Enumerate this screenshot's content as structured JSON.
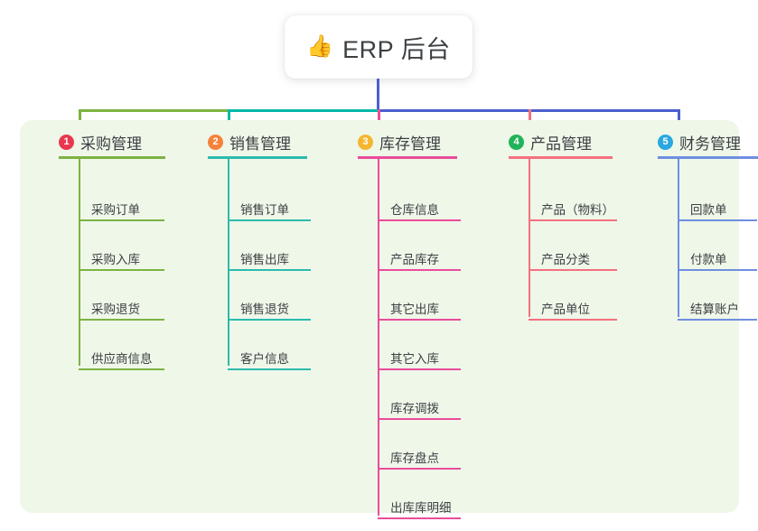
{
  "root": {
    "icon": "thumbs-up-icon",
    "emoji": "👍",
    "title": "ERP 后台"
  },
  "colors": {
    "panel_bg": "#eff7e9",
    "root_line": "#4b5fd0",
    "segment_left": "#7cb342",
    "segment_mid": "#00b8a9",
    "segment_right": "#4b5fd0"
  },
  "columns": [
    {
      "index": "1",
      "title": "采购管理",
      "badge_color": "#e8384f",
      "line_color": "#7cb342",
      "drop_color": "#7cb342",
      "items": [
        "采购订单",
        "采购入库",
        "采购退货",
        "供应商信息"
      ]
    },
    {
      "index": "2",
      "title": "销售管理",
      "badge_color": "#f5823b",
      "line_color": "#2bbbad",
      "drop_color": "#00b8a9",
      "items": [
        "销售订单",
        "销售出库",
        "销售退货",
        "客户信息"
      ]
    },
    {
      "index": "3",
      "title": "库存管理",
      "badge_color": "#f5b731",
      "line_color": "#ea4c9a",
      "drop_color": "#ea4c9a",
      "items": [
        "仓库信息",
        "产品库存",
        "其它出库",
        "其它入库",
        "库存调拨",
        "库存盘点",
        "出库库明细"
      ]
    },
    {
      "index": "4",
      "title": "产品管理",
      "badge_color": "#21b35a",
      "line_color": "#f4717f",
      "drop_color": "#f4717f",
      "items": [
        "产品（物料）",
        "产品分类",
        "产品单位"
      ]
    },
    {
      "index": "5",
      "title": "财务管理",
      "badge_color": "#29a8e0",
      "line_color": "#6f8fe0",
      "drop_color": "#4b5fd0",
      "items": [
        "回款单",
        "付款单",
        "结算账户"
      ]
    }
  ]
}
